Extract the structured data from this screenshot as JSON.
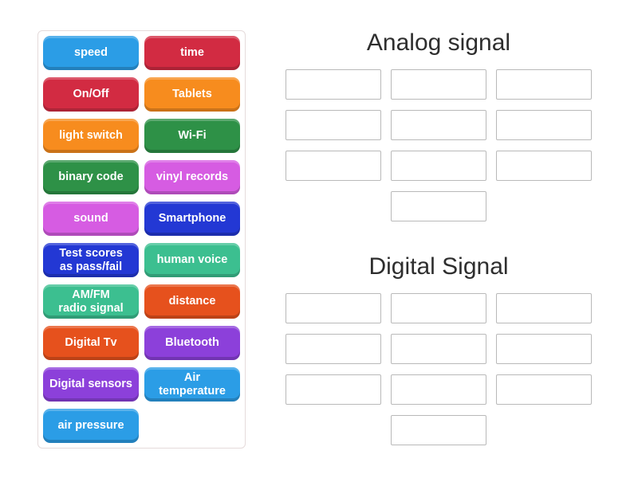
{
  "word_bank": {
    "tiles": [
      {
        "label": "speed",
        "color": "#2b9de6"
      },
      {
        "label": "time",
        "color": "#d22b42"
      },
      {
        "label": "On/Off",
        "color": "#d22b42"
      },
      {
        "label": "Tablets",
        "color": "#f78c1e"
      },
      {
        "label": "light switch",
        "color": "#f78c1e"
      },
      {
        "label": "Wi-Fi",
        "color": "#2e9147"
      },
      {
        "label": "binary code",
        "color": "#2e9147"
      },
      {
        "label": "vinyl records",
        "color": "#d65ce2"
      },
      {
        "label": "sound",
        "color": "#d65ce2"
      },
      {
        "label": "Smartphone",
        "color": "#2338d4"
      },
      {
        "label": "Test scores\nas pass/fail",
        "color": "#2338d4"
      },
      {
        "label": "human voice",
        "color": "#3cbf90"
      },
      {
        "label": "AM/FM\nradio signal",
        "color": "#3cbf90"
      },
      {
        "label": "distance",
        "color": "#e6511d"
      },
      {
        "label": "Digital Tv",
        "color": "#e6511d"
      },
      {
        "label": "Bluetooth",
        "color": "#8c40da"
      },
      {
        "label": "Digital sensors",
        "color": "#8c40da"
      },
      {
        "label": "Air\ntemperature",
        "color": "#2b9de6"
      },
      {
        "label": "air pressure",
        "color": "#2b9de6"
      }
    ]
  },
  "groups": [
    {
      "title": "Analog signal",
      "slot_count": 10
    },
    {
      "title": "Digital Signal",
      "slot_count": 10
    }
  ]
}
